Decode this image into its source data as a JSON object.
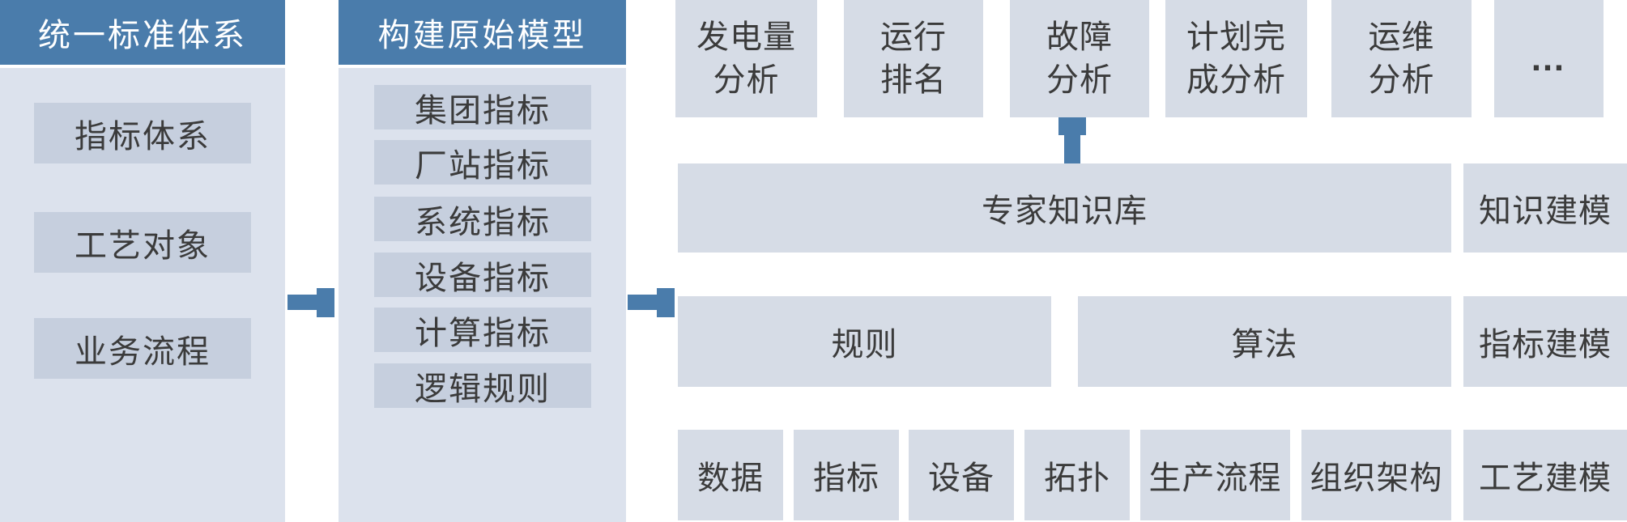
{
  "colors": {
    "accent": "#4a7cab",
    "column_panel": "#dce2ed",
    "column_item_box": "#c6cfde",
    "gray_box": "#d6dce6",
    "text": "#3b3b3b"
  },
  "left_column": {
    "title": "统一标准体系",
    "items": [
      "指标体系",
      "工艺对象",
      "业务流程"
    ]
  },
  "model_column": {
    "title": "构建原始模型",
    "items": [
      "集团指标",
      "厂站指标",
      "系统指标",
      "设备指标",
      "计算指标",
      "逻辑规则"
    ]
  },
  "analysis_row": {
    "boxes": [
      {
        "id": "power-generation-analysis",
        "lines": [
          "发电量",
          "分析"
        ]
      },
      {
        "id": "operation-ranking",
        "lines": [
          "运行",
          "排名"
        ]
      },
      {
        "id": "fault-analysis",
        "lines": [
          "故障",
          "分析"
        ]
      },
      {
        "id": "plan-completion-analysis",
        "lines": [
          "计划完",
          "成分析"
        ]
      },
      {
        "id": "om-analysis",
        "lines": [
          "运维",
          "分析"
        ]
      },
      {
        "id": "more",
        "lines": [
          "…"
        ]
      }
    ]
  },
  "knowledge_row": {
    "expert_kb": "专家知识库",
    "knowledge_modeling": "知识建模"
  },
  "rule_row": {
    "rules": "规则",
    "algorithms": "算法",
    "indicator_modeling": "指标建模"
  },
  "base_row": {
    "items": [
      "数据",
      "指标",
      "设备",
      "拓扑",
      "生产流程",
      "组织架构"
    ],
    "process_modeling": "工艺建模"
  }
}
